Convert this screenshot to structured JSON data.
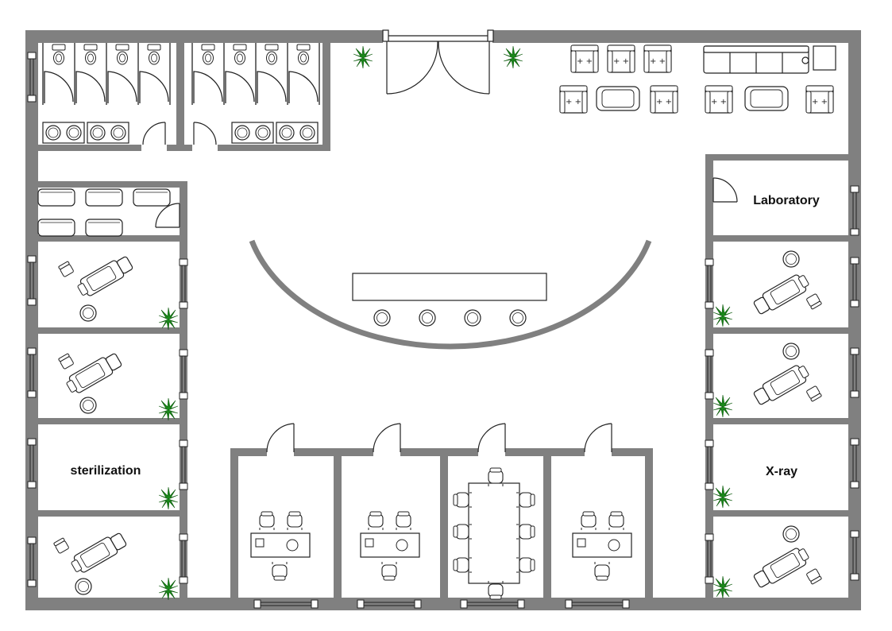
{
  "rooms": {
    "laboratory": "Laboratory",
    "sterilization": "sterilization",
    "xray": "X-ray"
  },
  "colors": {
    "wall": "#808080",
    "line": "#222222",
    "plant": "#1a8a1a",
    "background": "#ffffff"
  },
  "icons": {
    "plant": "plant-icon",
    "toilet": "toilet-icon",
    "sink": "sink-icon",
    "dental_chair": "dental-chair-icon",
    "armchair": "armchair-icon",
    "stool": "stool-icon",
    "door": "door-icon",
    "window": "window-icon",
    "desk": "desk-icon",
    "conference_table": "conference-table-icon",
    "reception_desk": "reception-desk-icon",
    "bed": "bed-icon"
  }
}
